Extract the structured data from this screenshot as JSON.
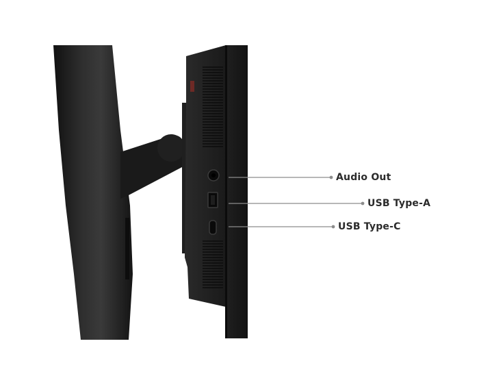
{
  "callouts": {
    "audio_out": "Audio Out",
    "usb_type_a": "USB Type-A",
    "usb_type_c": "USB Type-C"
  },
  "colors": {
    "background": "#ffffff",
    "body_dark": "#1c1c1c",
    "leader_line": "#8c8c8c",
    "label_text": "#2b2b2b",
    "accent_red": "#c0392b"
  }
}
